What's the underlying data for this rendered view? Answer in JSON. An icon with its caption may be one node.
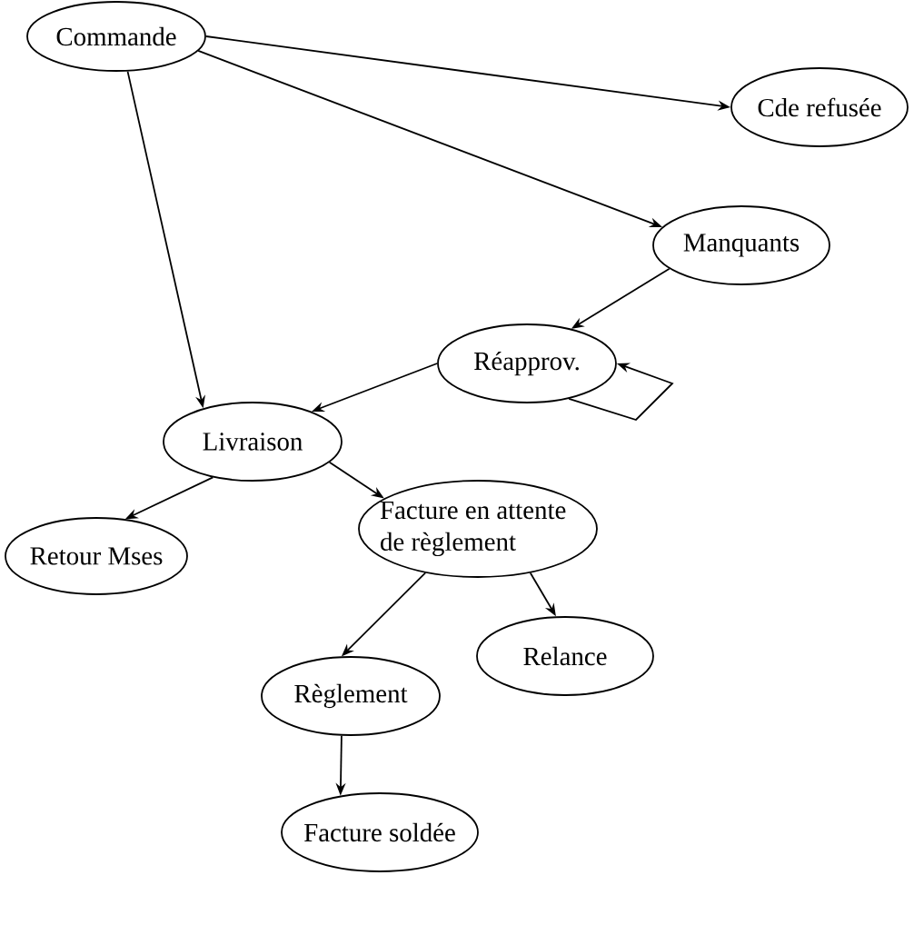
{
  "diagram": {
    "nodes": [
      {
        "text": [
          "Commande"
        ]
      },
      {
        "text": [
          "Cde refusée"
        ]
      },
      {
        "text": [
          "Manquants"
        ]
      },
      {
        "text": [
          "Réapprov."
        ]
      },
      {
        "text": [
          "Livraison"
        ]
      },
      {
        "text": [
          "Retour Mses"
        ]
      },
      {
        "text": [
          "Facture en attente de règlement"
        ]
      },
      {
        "text": [
          "Relance"
        ]
      },
      {
        "text": [
          "Règlement"
        ]
      },
      {
        "text": [
          "Facture soldée"
        ]
      }
    ],
    "edges": [
      {
        "from": 0,
        "to": 1,
        "arrow": "to"
      },
      {
        "from": 0,
        "to": 2,
        "arrow": "to"
      },
      {
        "from": 0,
        "to": 4,
        "arrow": "to"
      },
      {
        "from": 2,
        "to": 3,
        "arrow": "to"
      },
      {
        "from": 3,
        "to": 4,
        "arrow": "to"
      },
      {
        "from": 3,
        "to": 3,
        "arrow": "to"
      },
      {
        "from": 4,
        "to": 5,
        "arrow": "to"
      },
      {
        "from": 4,
        "to": 6,
        "arrow": "to"
      },
      {
        "from": 6,
        "to": 8,
        "arrow": "to"
      },
      {
        "from": 6,
        "to": 7,
        "arrow": "to"
      },
      {
        "from": 8,
        "to": 9,
        "arrow": "to"
      }
    ]
  }
}
